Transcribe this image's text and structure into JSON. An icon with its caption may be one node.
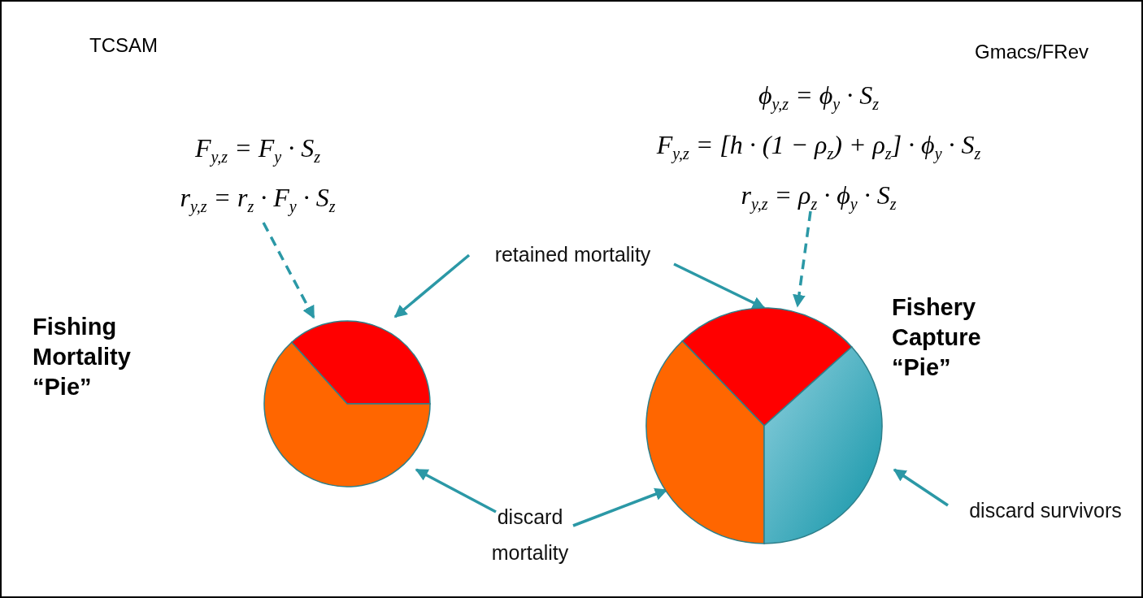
{
  "diagram": {
    "nodes": [
      {
        "text": [
          "F$_{y,z}$ = F$_{y}$ · S$_{z}$",
          "r$_{y,z}$ = r$_{z}$ · F$_{y}$ · S$_{z}$"
        ]
      },
      {
        "text": [
          "ϕ$_{y,z}$ = ϕ$_{y}$ · S$_{z}$",
          "F$_{y,z}$ = [h · (1 − ρ$_{z}$) + ρ$_{z}$] · ϕ$_{y}$ · S$_{z}$",
          "r$_{y,z}$ = ρ$_{z}$ · ϕ$_{y}$ · S$_{z}$"
        ]
      },
      {
        "text": [
          "retained mortality"
        ]
      },
      {
        "text": [
          "discard mortality"
        ]
      },
      {
        "text": [
          "discard survivors"
        ]
      },
      {
        "text": [],
        "shape": "circle"
      },
      {
        "text": [],
        "shape": "slice",
        "in": 5
      },
      {
        "text": [],
        "shape": "slice",
        "in": 5
      },
      {
        "text": [],
        "shape": "circle"
      },
      {
        "text": [],
        "shape": "slice",
        "in": 8
      },
      {
        "text": [],
        "shape": "slice",
        "in": 8
      },
      {
        "text": [],
        "shape": "slice",
        "in": 8
      }
    ],
    "edges": [
      {
        "from": 0,
        "to": 6,
        "arrow": "to",
        "style": "dashed"
      },
      {
        "from": 1,
        "to": 9,
        "arrow": "to",
        "style": "dashed"
      },
      {
        "from": 2,
        "to": 6,
        "arrow": "to"
      },
      {
        "from": 2,
        "to": 9,
        "arrow": "to"
      },
      {
        "from": 3,
        "to": 7,
        "arrow": "to"
      },
      {
        "from": 3,
        "to": 10,
        "arrow": "to"
      },
      {
        "from": 4,
        "to": 11,
        "arrow": "to"
      }
    ],
    "labels": [
      "TCSAM",
      "Gmacs/FRev",
      "Fishing Mortality “Pie”",
      "Fishery Capture “Pie”"
    ]
  }
}
